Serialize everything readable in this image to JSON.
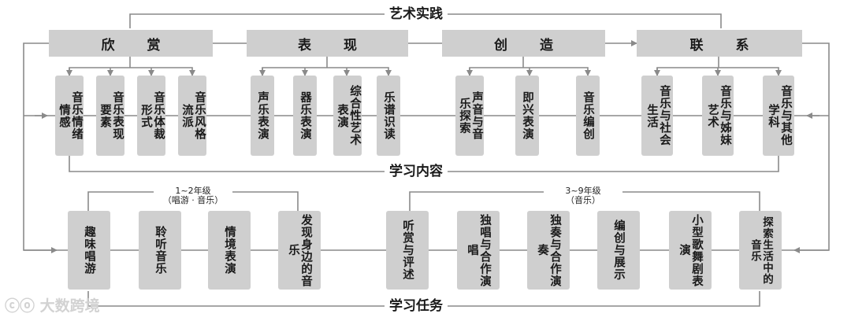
{
  "top_label": "艺术实践",
  "content_label": "学习内容",
  "task_label": "学习任务",
  "categories": [
    "欣　赏",
    "表　现",
    "创　造",
    "联　系"
  ],
  "content_items": [
    "音乐情绪情感",
    "音乐表现要素",
    "音乐体裁形式",
    "音乐风格流派",
    "声乐表演",
    "器乐表演",
    "综合性艺术表演",
    "乐谱识读",
    "声音与音乐探索",
    "即兴表演",
    "音乐编创",
    "音乐与社会生活",
    "音乐与姊妹艺术",
    "音乐与其他学科"
  ],
  "grade_left": {
    "line1": "1~2年级",
    "line2": "（唱游 · 音乐）"
  },
  "grade_right": {
    "line1": "3~9年级",
    "line2": "（音乐）"
  },
  "task_items": [
    "趣味唱游",
    "聆听音乐",
    "情境表演",
    "发现身边的音乐",
    "听赏与评述",
    "独唱与合作演唱",
    "独奏与合作演奏",
    "编创与展示",
    "小型歌舞剧表演",
    "探索生活中的音乐"
  ],
  "watermark": "大数跨境"
}
